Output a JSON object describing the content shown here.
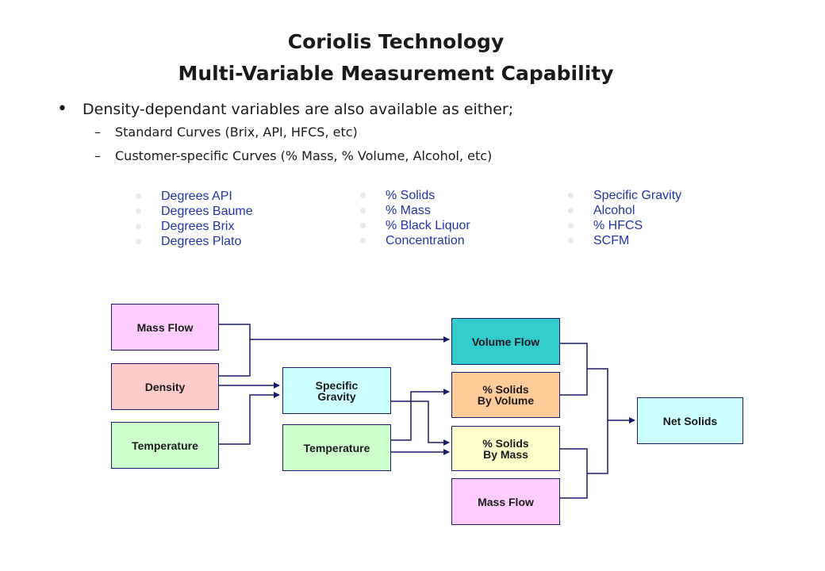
{
  "slide": {
    "title_line1": "Coriolis Technology",
    "title_line2": "Multi-Variable Measurement Capability",
    "bullet": "Density-dependant variables are also available as either;",
    "sub_bullets": [
      "Standard Curves (Brix, API, HFCS, etc)",
      "Customer-specific Curves (% Mass, % Volume, Alcohol, etc)"
    ],
    "dash_glyph": "–",
    "bullet_glyph": "•"
  },
  "lists": {
    "col1": [
      "Degrees API",
      "Degrees Baume",
      "Degrees Brix",
      "Degrees Plato"
    ],
    "col2": [
      "% Solids",
      "% Mass",
      "% Black Liquor",
      "Concentration"
    ],
    "col3": [
      "Specific Gravity",
      "Alcohol",
      "% HFCS",
      "SCFM"
    ]
  },
  "diagram": {
    "mass_flow_in": "Mass Flow",
    "density": "Density",
    "temperature_in": "Temperature",
    "specific_gravity_l1": "Specific",
    "specific_gravity_l2": "Gravity",
    "temperature_mid": "Temperature",
    "volume_flow": "Volume Flow",
    "solids_volume_l1": "% Solids",
    "solids_volume_l2": "By Volume",
    "solids_mass_l1": "% Solids",
    "solids_mass_l2": "By Mass",
    "mass_flow_out": "Mass Flow",
    "net_solids": "Net Solids"
  },
  "colors": {
    "pink": "#ffccff",
    "salmon": "#ffcccc",
    "green": "#ccffcc",
    "light_cyan": "#ccffff",
    "teal": "#33cccc",
    "orange": "#ffcc99",
    "light_yellow": "#ffffcc",
    "line": "#1a1a6a"
  }
}
